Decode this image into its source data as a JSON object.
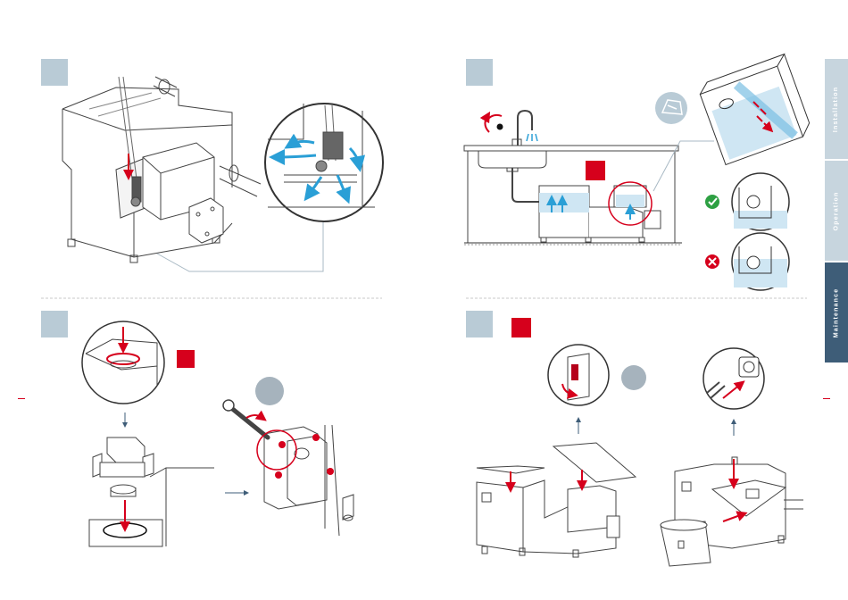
{
  "side_tabs": [
    {
      "label": "Installation",
      "active": false
    },
    {
      "label": "Operation",
      "active": false
    },
    {
      "label": "Maintenance",
      "active": true
    }
  ],
  "colors": {
    "accent_red": "#d6001c",
    "flow_blue": "#2a9fd6",
    "step_badge": "#b9cbd6",
    "tab_inactive": "#c7d5de",
    "tab_active": "#3e5d78",
    "water": "#cfe6f3",
    "line": "#333333",
    "ok_green": "#2ea043"
  },
  "icons": [
    "check-icon",
    "cross-icon",
    "water-tap-icon",
    "rotate-arrow-icon",
    "plug-socket-icon",
    "wrench-icon"
  ]
}
